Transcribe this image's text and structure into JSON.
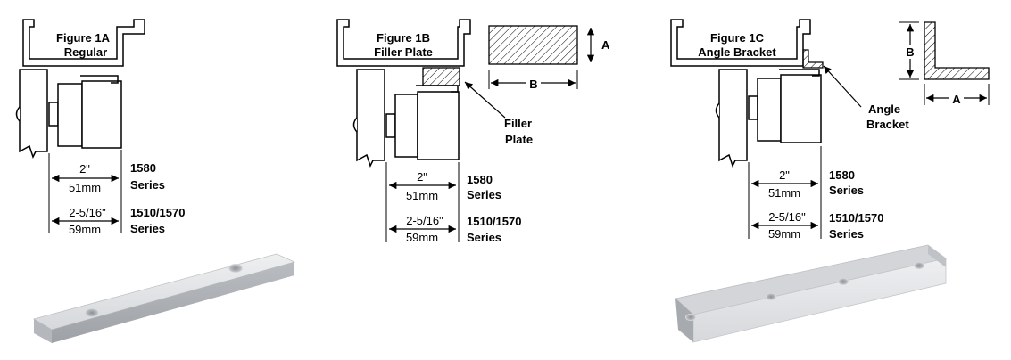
{
  "figure_a": {
    "title": "Figure 1A",
    "subtitle": "Regular",
    "dim1_in": "2\"",
    "dim1_mm": "51mm",
    "series1": [
      "1580",
      "Series"
    ],
    "dim2_in": "2-5/16\"",
    "dim2_mm": "59mm",
    "series2": [
      "1510/1570",
      "Series"
    ]
  },
  "figure_b": {
    "title": "Figure 1B",
    "subtitle": "Filler Plate",
    "callout": [
      "Filler",
      "Plate"
    ],
    "section_a": "A",
    "section_b": "B",
    "dim1_in": "2\"",
    "dim1_mm": "51mm",
    "series1": [
      "1580",
      "Series"
    ],
    "dim2_in": "2-5/16\"",
    "dim2_mm": "59mm",
    "series2": [
      "1510/1570",
      "Series"
    ]
  },
  "figure_c": {
    "title": "Figure 1C",
    "subtitle": "Angle Bracket",
    "callout": [
      "Angle",
      "Bracket"
    ],
    "section_b": "B",
    "section_a": "A",
    "dim1_in": "2\"",
    "dim1_mm": "51mm",
    "series1": [
      "1580",
      "Series"
    ],
    "dim2_in": "2-5/16\"",
    "dim2_mm": "59mm",
    "series2": [
      "1510/1570",
      "Series"
    ]
  },
  "colors": {
    "line": "#000000",
    "housing_fill": "#ffffff",
    "metal_light": "#e4e5e7",
    "metal_mid": "#c9cbce",
    "metal_dark": "#a9acb1"
  }
}
